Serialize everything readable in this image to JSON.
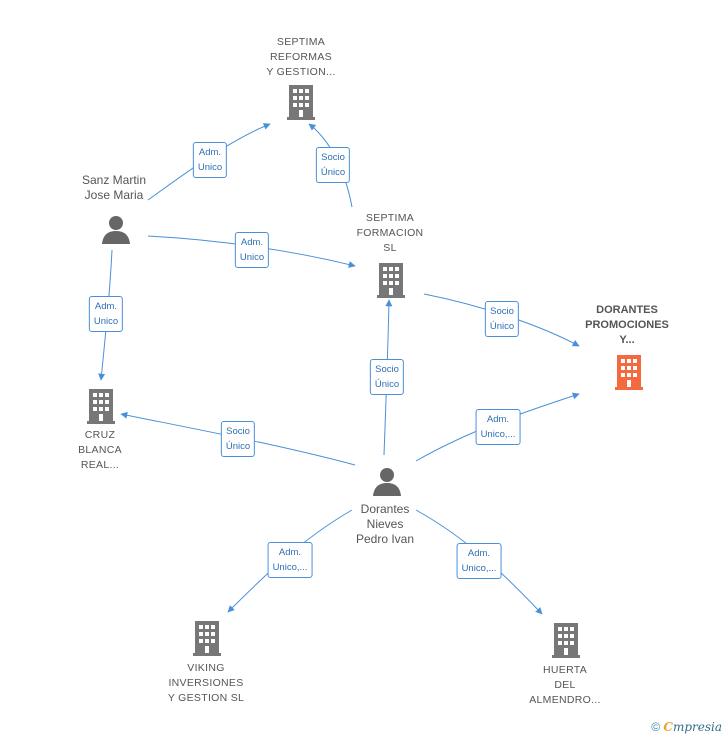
{
  "colors": {
    "edge": "#4a90d9",
    "company_icon": "#777777",
    "focus_icon": "#f26a3d",
    "person_icon": "#666666"
  },
  "nodes": {
    "septima_reformas": {
      "label": "SEPTIMA\nREFORMAS\nY GESTION...",
      "type": "company"
    },
    "septima_formacion": {
      "label": "SEPTIMA\nFORMACION\nSL",
      "type": "company"
    },
    "dorantes_promociones": {
      "label": "DORANTES\nPROMOCIONES\nY...",
      "type": "focus"
    },
    "sanz_martin": {
      "label": "Sanz Martin\nJose Maria",
      "type": "person"
    },
    "cruz_blanca": {
      "label": "CRUZ\nBLANCA\nREAL...",
      "type": "company"
    },
    "dorantes_nieves": {
      "label": "Dorantes\nNieves\nPedro Ivan",
      "type": "person"
    },
    "viking": {
      "label": "VIKING\nINVERSIONES\nY GESTION  SL",
      "type": "company"
    },
    "huerta": {
      "label": "HUERTA\nDEL\nALMENDRO...",
      "type": "company"
    }
  },
  "edges": [
    {
      "id": "e1",
      "label": "Adm.\nUnico"
    },
    {
      "id": "e2",
      "label": "Socio\nÚnico"
    },
    {
      "id": "e3",
      "label": "Adm.\nUnico"
    },
    {
      "id": "e4",
      "label": "Adm.\nUnico"
    },
    {
      "id": "e5",
      "label": "Socio\nÚnico"
    },
    {
      "id": "e6",
      "label": "Socio\nÚnico"
    },
    {
      "id": "e7",
      "label": "Adm.\nUnico,..."
    },
    {
      "id": "e8",
      "label": "Socio\nÚnico"
    },
    {
      "id": "e9",
      "label": "Adm.\nUnico,..."
    },
    {
      "id": "e10",
      "label": "Adm.\nUnico,..."
    }
  ],
  "footer": {
    "copyright": "©",
    "brand_first": "C",
    "brand_rest": "mpresia"
  }
}
